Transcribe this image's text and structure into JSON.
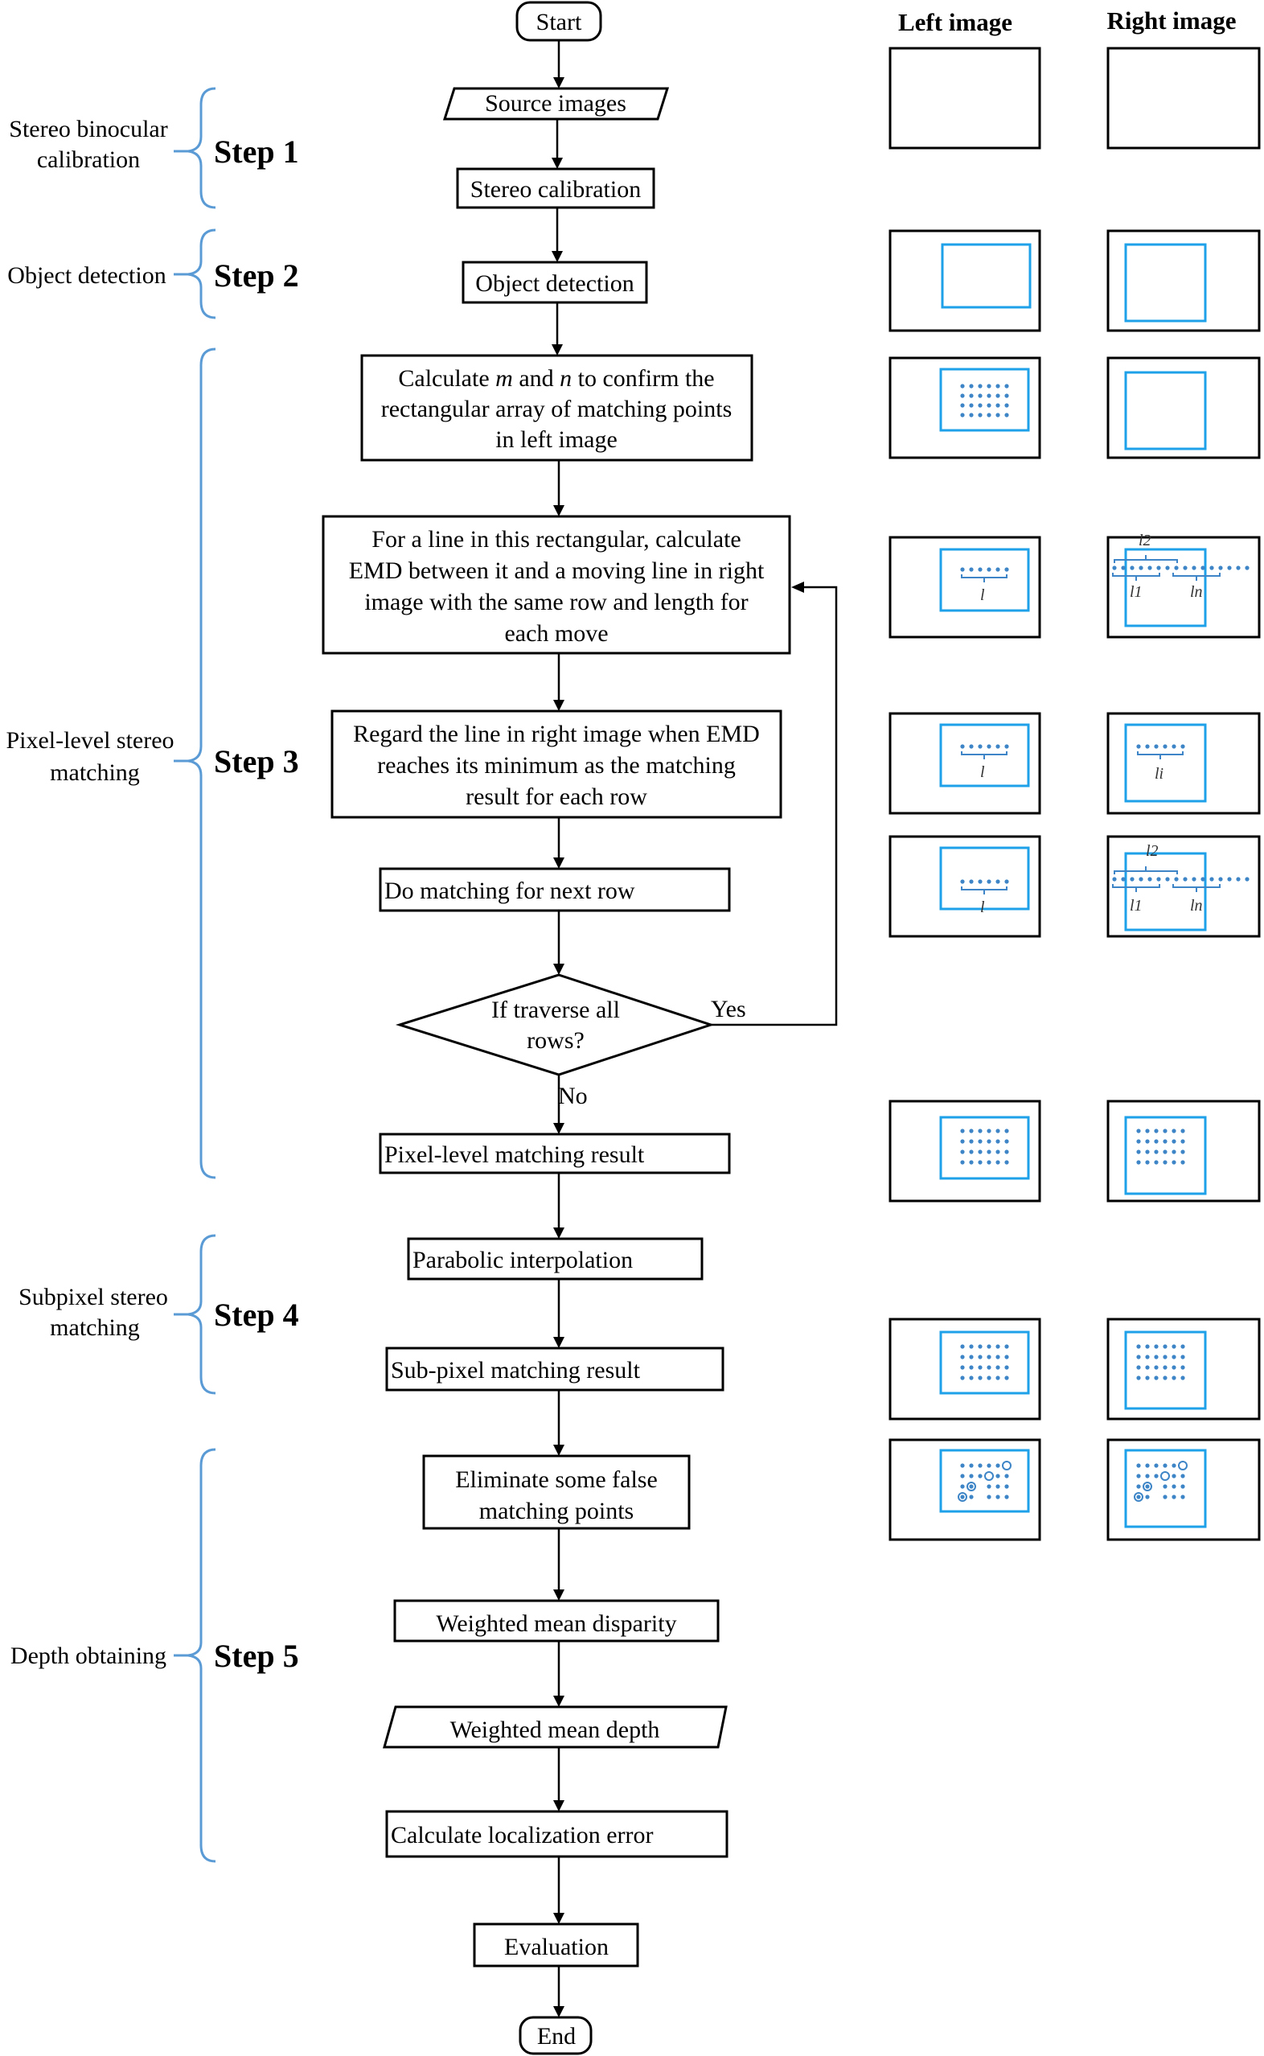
{
  "headers": {
    "left": "Left image",
    "right": "Right image"
  },
  "steps": [
    {
      "id": "step1",
      "label": "Step 1",
      "desc": [
        "Stereo binocular",
        "calibration"
      ]
    },
    {
      "id": "step2",
      "label": "Step 2",
      "desc": [
        "Object detection"
      ]
    },
    {
      "id": "step3",
      "label": "Step 3",
      "desc": [
        "Pixel-level stereo",
        "matching"
      ]
    },
    {
      "id": "step4",
      "label": "Step 4",
      "desc": [
        "Subpixel stereo",
        "matching"
      ]
    },
    {
      "id": "step5",
      "label": "Step 5",
      "desc": [
        "Depth obtaining"
      ]
    }
  ],
  "nodes": {
    "start": "Start",
    "source_images": "Source images",
    "stereo_calibration": "Stereo calibration",
    "object_detection": "Object detection",
    "calc_mn": {
      "pre": "Calculate ",
      "m": "m",
      "mid": " and ",
      "n": "n",
      "post": " to confirm the",
      "line2": "rectangular array of matching points",
      "line3": "in left image"
    },
    "emd_line": [
      "For a line in this rectangular, calculate",
      "EMD between it and a moving line in right",
      "image with the same row and length for",
      "each move"
    ],
    "regard_line": [
      "Regard the line in right image when EMD",
      "reaches its minimum as the matching",
      "result for each row"
    ],
    "next_row": "Do matching for next row",
    "decision": [
      "If traverse all",
      "rows?"
    ],
    "yes": "Yes",
    "no": "No",
    "pixel_result": "Pixel-level matching result",
    "parabolic": "Parabolic interpolation",
    "subpixel_result": "Sub-pixel matching result",
    "eliminate": [
      "Eliminate some false",
      "matching points"
    ],
    "weighted_disparity": "Weighted mean disparity",
    "weighted_depth": "Weighted mean depth",
    "localization_error": "Calculate localization error",
    "evaluation": "Evaluation",
    "end": "End"
  },
  "thumb_labels": {
    "l": "l",
    "l1": "l1",
    "l2": "l2",
    "ln": "ln",
    "li": "li"
  },
  "colors": {
    "roi": "#1ea1e8",
    "dots": "#3d85c6",
    "brace": "#5b9bd5"
  }
}
